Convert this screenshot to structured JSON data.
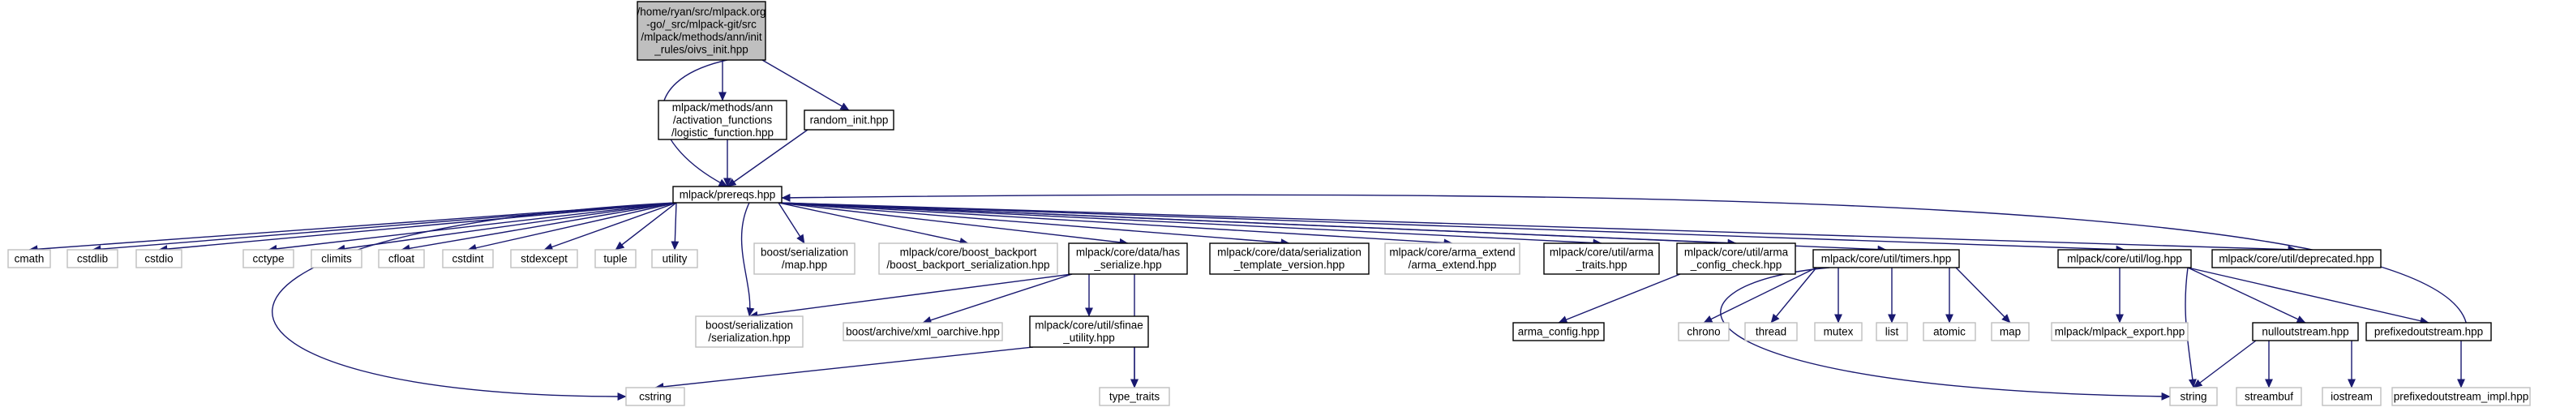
{
  "diagram": {
    "colors": {
      "edge": "#191970",
      "root_fill": "#bfbfbf",
      "root_stroke": "#000000",
      "documented_stroke": "#000000",
      "external_stroke": "#bfbfbf",
      "node_fill": "#ffffff"
    },
    "nodes": [
      {
        "id": "oivs_init",
        "lines": [
          "/home/ryan/src/mlpack.org",
          "-go/_src/mlpack-git/src",
          "/mlpack/methods/ann/init",
          "_rules/oivs_init.hpp"
        ],
        "kind": "root"
      },
      {
        "id": "logistic_function",
        "lines": [
          "mlpack/methods/ann",
          "/activation_functions",
          "/logistic_function.hpp"
        ],
        "kind": "documented"
      },
      {
        "id": "random_init",
        "lines": [
          "random_init.hpp"
        ],
        "kind": "documented"
      },
      {
        "id": "prereqs",
        "lines": [
          "mlpack/prereqs.hpp"
        ],
        "kind": "documented"
      },
      {
        "id": "cmath",
        "lines": [
          "cmath"
        ],
        "kind": "external"
      },
      {
        "id": "cstdlib",
        "lines": [
          "cstdlib"
        ],
        "kind": "external"
      },
      {
        "id": "cstdio",
        "lines": [
          "cstdio"
        ],
        "kind": "external"
      },
      {
        "id": "cctype",
        "lines": [
          "cctype"
        ],
        "kind": "external"
      },
      {
        "id": "climits",
        "lines": [
          "climits"
        ],
        "kind": "external"
      },
      {
        "id": "cfloat",
        "lines": [
          "cfloat"
        ],
        "kind": "external"
      },
      {
        "id": "cstdint",
        "lines": [
          "cstdint"
        ],
        "kind": "external"
      },
      {
        "id": "stdexcept",
        "lines": [
          "stdexcept"
        ],
        "kind": "external"
      },
      {
        "id": "tuple",
        "lines": [
          "tuple"
        ],
        "kind": "external"
      },
      {
        "id": "utility",
        "lines": [
          "utility"
        ],
        "kind": "external"
      },
      {
        "id": "boost_map",
        "lines": [
          "boost/serialization",
          "/map.hpp"
        ],
        "kind": "external"
      },
      {
        "id": "boost_backport",
        "lines": [
          "mlpack/core/boost_backport",
          "/boost_backport_serialization.hpp"
        ],
        "kind": "external"
      },
      {
        "id": "has_serialize",
        "lines": [
          "mlpack/core/data/has",
          "_serialize.hpp"
        ],
        "kind": "documented"
      },
      {
        "id": "serialization_template",
        "lines": [
          "mlpack/core/data/serialization",
          "_template_version.hpp"
        ],
        "kind": "documented"
      },
      {
        "id": "arma_extend",
        "lines": [
          "mlpack/core/arma_extend",
          "/arma_extend.hpp"
        ],
        "kind": "external"
      },
      {
        "id": "arma_traits",
        "lines": [
          "mlpack/core/util/arma",
          "_traits.hpp"
        ],
        "kind": "documented"
      },
      {
        "id": "arma_config_check",
        "lines": [
          "mlpack/core/util/arma",
          "_config_check.hpp"
        ],
        "kind": "documented"
      },
      {
        "id": "timers",
        "lines": [
          "mlpack/core/util/timers.hpp"
        ],
        "kind": "documented"
      },
      {
        "id": "log",
        "lines": [
          "mlpack/core/util/log.hpp"
        ],
        "kind": "documented"
      },
      {
        "id": "deprecated",
        "lines": [
          "mlpack/core/util/deprecated.hpp"
        ],
        "kind": "documented"
      },
      {
        "id": "boost_serialization",
        "lines": [
          "boost/serialization",
          "/serialization.hpp"
        ],
        "kind": "external"
      },
      {
        "id": "xml_oarchive",
        "lines": [
          "boost/archive/xml_oarchive.hpp"
        ],
        "kind": "external"
      },
      {
        "id": "sfinae",
        "lines": [
          "mlpack/core/util/sfinae",
          "_utility.hpp"
        ],
        "kind": "documented"
      },
      {
        "id": "arma_config",
        "lines": [
          "arma_config.hpp"
        ],
        "kind": "documented"
      },
      {
        "id": "chrono",
        "lines": [
          "chrono"
        ],
        "kind": "external"
      },
      {
        "id": "thread",
        "lines": [
          "thread"
        ],
        "kind": "external"
      },
      {
        "id": "mutex",
        "lines": [
          "mutex"
        ],
        "kind": "external"
      },
      {
        "id": "list",
        "lines": [
          "list"
        ],
        "kind": "external"
      },
      {
        "id": "atomic",
        "lines": [
          "atomic"
        ],
        "kind": "external"
      },
      {
        "id": "map",
        "lines": [
          "map"
        ],
        "kind": "external"
      },
      {
        "id": "mlpack_export",
        "lines": [
          "mlpack/mlpack_export.hpp"
        ],
        "kind": "external"
      },
      {
        "id": "nulloutstream",
        "lines": [
          "nulloutstream.hpp"
        ],
        "kind": "documented"
      },
      {
        "id": "prefixedoutstream",
        "lines": [
          "prefixedoutstream.hpp"
        ],
        "kind": "documented"
      },
      {
        "id": "cstring",
        "lines": [
          "cstring"
        ],
        "kind": "external"
      },
      {
        "id": "type_traits",
        "lines": [
          "type_traits"
        ],
        "kind": "external"
      },
      {
        "id": "string",
        "lines": [
          "string"
        ],
        "kind": "external"
      },
      {
        "id": "streambuf",
        "lines": [
          "streambuf"
        ],
        "kind": "external"
      },
      {
        "id": "iostream",
        "lines": [
          "iostream"
        ],
        "kind": "external"
      },
      {
        "id": "prefixedoutstream_impl",
        "lines": [
          "prefixedoutstream_impl.hpp"
        ],
        "kind": "external"
      }
    ],
    "edges": [
      [
        "oivs_init",
        "logistic_function"
      ],
      [
        "oivs_init",
        "random_init"
      ],
      [
        "oivs_init",
        "prereqs"
      ],
      [
        "logistic_function",
        "prereqs"
      ],
      [
        "random_init",
        "prereqs"
      ],
      [
        "prereqs",
        "cmath"
      ],
      [
        "prereqs",
        "cstdlib"
      ],
      [
        "prereqs",
        "cstdio"
      ],
      [
        "prereqs",
        "cctype"
      ],
      [
        "prereqs",
        "climits"
      ],
      [
        "prereqs",
        "cfloat"
      ],
      [
        "prereqs",
        "cstdint"
      ],
      [
        "prereqs",
        "stdexcept"
      ],
      [
        "prereqs",
        "tuple"
      ],
      [
        "prereqs",
        "utility"
      ],
      [
        "prereqs",
        "boost_map"
      ],
      [
        "prereqs",
        "boost_backport"
      ],
      [
        "prereqs",
        "has_serialize"
      ],
      [
        "prereqs",
        "serialization_template"
      ],
      [
        "prereqs",
        "arma_extend"
      ],
      [
        "prereqs",
        "arma_traits"
      ],
      [
        "prereqs",
        "arma_config_check"
      ],
      [
        "prereqs",
        "timers"
      ],
      [
        "prereqs",
        "log"
      ],
      [
        "prereqs",
        "deprecated"
      ],
      [
        "prereqs",
        "boost_serialization"
      ],
      [
        "prereqs",
        "cstring"
      ],
      [
        "has_serialize",
        "boost_serialization"
      ],
      [
        "has_serialize",
        "xml_oarchive"
      ],
      [
        "has_serialize",
        "sfinae"
      ],
      [
        "has_serialize",
        "type_traits"
      ],
      [
        "sfinae",
        "cstring"
      ],
      [
        "sfinae",
        "type_traits"
      ],
      [
        "arma_config_check",
        "arma_config"
      ],
      [
        "timers",
        "chrono"
      ],
      [
        "timers",
        "thread"
      ],
      [
        "timers",
        "mutex"
      ],
      [
        "timers",
        "list"
      ],
      [
        "timers",
        "atomic"
      ],
      [
        "timers",
        "map"
      ],
      [
        "timers",
        "string"
      ],
      [
        "log",
        "mlpack_export"
      ],
      [
        "log",
        "nulloutstream"
      ],
      [
        "log",
        "prefixedoutstream"
      ],
      [
        "log",
        "string"
      ],
      [
        "nulloutstream",
        "string"
      ],
      [
        "nulloutstream",
        "streambuf"
      ],
      [
        "nulloutstream",
        "iostream"
      ],
      [
        "prefixedoutstream",
        "prefixedoutstream_impl"
      ],
      [
        "prefixedoutstream",
        "prereqs"
      ]
    ]
  }
}
